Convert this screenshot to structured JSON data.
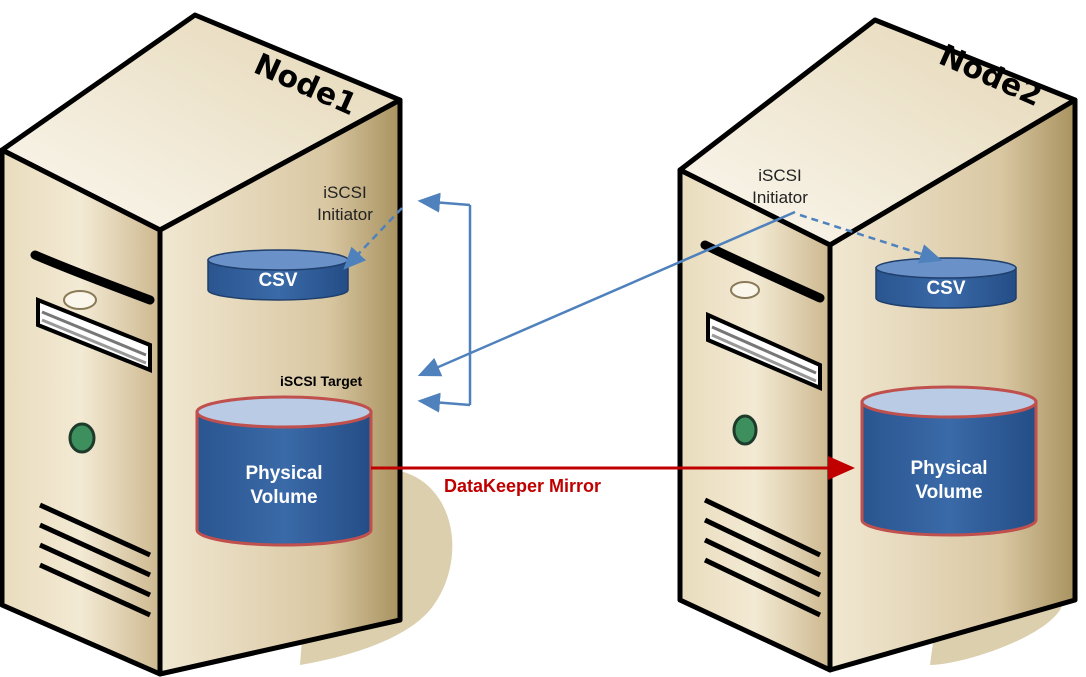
{
  "nodes": [
    {
      "title": "Node1",
      "initiator_line1": "iSCSI",
      "initiator_line2": "Initiator",
      "target_label": "iSCSI Target",
      "csv_label": "CSV",
      "volume_line1": "Physical",
      "volume_line2": "Volume"
    },
    {
      "title": "Node2",
      "initiator_line1": "iSCSI",
      "initiator_line2": "Initiator",
      "csv_label": "CSV",
      "volume_line1": "Physical",
      "volume_line2": "Volume"
    }
  ],
  "mirror_label": "DataKeeper Mirror",
  "colors": {
    "tower_light": "#f5eedc",
    "tower_dark": "#c9b48a",
    "disk_blue": "#2f5d99",
    "disk_top": "#5b84bf",
    "disk_border": "#c0504d",
    "link_blue": "#4f81bd",
    "mirror_red": "#c00000"
  }
}
